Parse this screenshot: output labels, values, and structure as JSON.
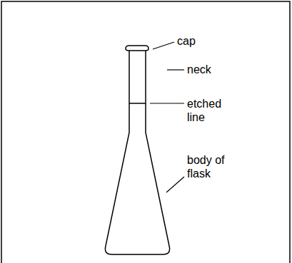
{
  "diagram": {
    "labels": [
      "cap",
      "neck",
      "etched line",
      "body of flask"
    ]
  }
}
